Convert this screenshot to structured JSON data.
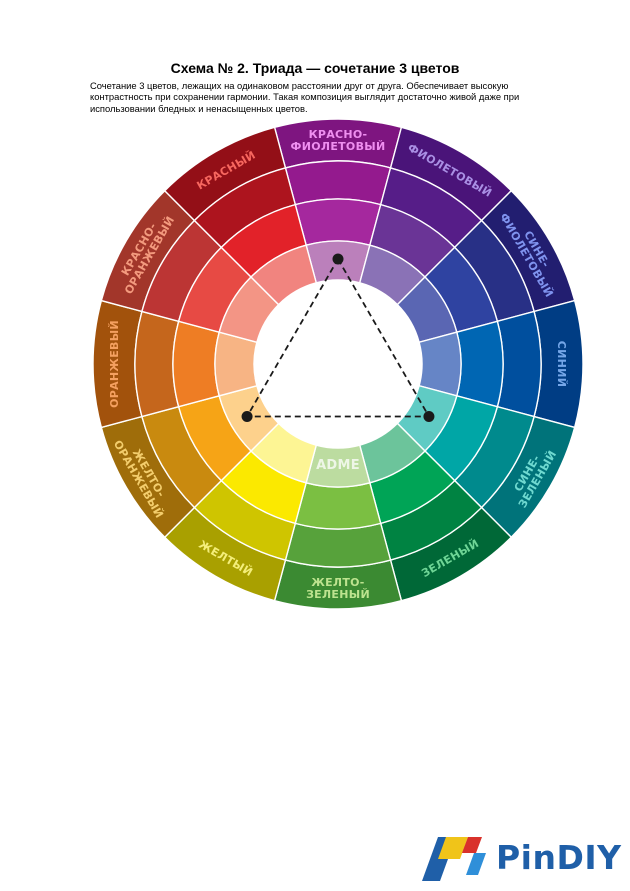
{
  "title": "Схема № 2. Триада — сочетание 3 цветов",
  "description": "Сочетание 3 цветов, лежащих на одинаковом расстоянии друг от друга. Обеспечивает высокую контрастность при сохранении гармонии. Такая композиция выглядит достаточно живой даже при использовании бледных и ненасыщенных цветов.",
  "wheel": {
    "center_label": "ADME",
    "segments": [
      {
        "id": "red-violet",
        "label": [
          "КРАСНО-",
          "ФИОЛЕТОВЫЙ"
        ],
        "colors": [
          "#7e1580",
          "#941a8e",
          "#a5289e",
          "#bb80bb"
        ],
        "label_color": "#ef8ff0"
      },
      {
        "id": "violet",
        "label": [
          "ФИОЛЕТОВЫЙ"
        ],
        "colors": [
          "#4a1479",
          "#561d88",
          "#6a3496",
          "#8a72b6"
        ],
        "label_color": "#a98fe4"
      },
      {
        "id": "blue-violet",
        "label": [
          "СИНЕ-",
          "ФИОЛЕТОВЫЙ"
        ],
        "colors": [
          "#221e70",
          "#283086",
          "#2f43a1",
          "#5a66b3"
        ],
        "label_color": "#7f93ee"
      },
      {
        "id": "blue",
        "label": [
          "СИНИЙ"
        ],
        "colors": [
          "#003d84",
          "#004f9e",
          "#0066b3",
          "#6685c6"
        ],
        "label_color": "#74a6e8"
      },
      {
        "id": "blue-green",
        "label": [
          "СИНЕ-",
          "ЗЕЛЕНЫЙ"
        ],
        "colors": [
          "#00737a",
          "#008a8d",
          "#00a6a6",
          "#5fcbc4"
        ],
        "label_color": "#6fd9d0"
      },
      {
        "id": "green",
        "label": [
          "ЗЕЛЕНЫЙ"
        ],
        "colors": [
          "#006837",
          "#008342",
          "#00a456",
          "#6cc49b"
        ],
        "label_color": "#6ed596"
      },
      {
        "id": "yellow-green",
        "label": [
          "ЖЕЛТО-",
          "ЗЕЛЕНЫЙ"
        ],
        "colors": [
          "#3b8a32",
          "#57a23b",
          "#7bbf42",
          "#bcdca0"
        ],
        "label_color": "#bde38f"
      },
      {
        "id": "yellow",
        "label": [
          "ЖЕЛТЫЙ"
        ],
        "colors": [
          "#a9a000",
          "#cfc500",
          "#fbe900",
          "#fdf594"
        ],
        "label_color": "#f4ee7a"
      },
      {
        "id": "yellow-orange",
        "label": [
          "ЖЕЛТО-",
          "ОРАНЖЕВЫЙ"
        ],
        "colors": [
          "#9f6d0a",
          "#c98a0f",
          "#f6a416",
          "#fdd18c"
        ],
        "label_color": "#f3cd6c"
      },
      {
        "id": "orange",
        "label": [
          "ОРАНЖЕВЫЙ"
        ],
        "colors": [
          "#a2520c",
          "#c5661c",
          "#ee7d24",
          "#f7b484"
        ],
        "label_color": "#f4a060"
      },
      {
        "id": "red-orange",
        "label": [
          "КРАСНО-",
          "ОРАНЖЕВЫЙ"
        ],
        "colors": [
          "#a2362a",
          "#bc3534",
          "#e74a44",
          "#f39585"
        ],
        "label_color": "#f39a7e"
      },
      {
        "id": "red",
        "label": [
          "КРАСНЫЙ"
        ],
        "colors": [
          "#930f17",
          "#ad141e",
          "#e22229",
          "#f1847f"
        ],
        "label_color": "#f7675f"
      }
    ],
    "triad": [
      "red-violet",
      "blue-green",
      "yellow-orange"
    ]
  },
  "logo": {
    "text": "PinDIY",
    "colors": [
      "#1f5fa8",
      "#f0c419",
      "#d9322b",
      "#2f8fd9"
    ]
  }
}
